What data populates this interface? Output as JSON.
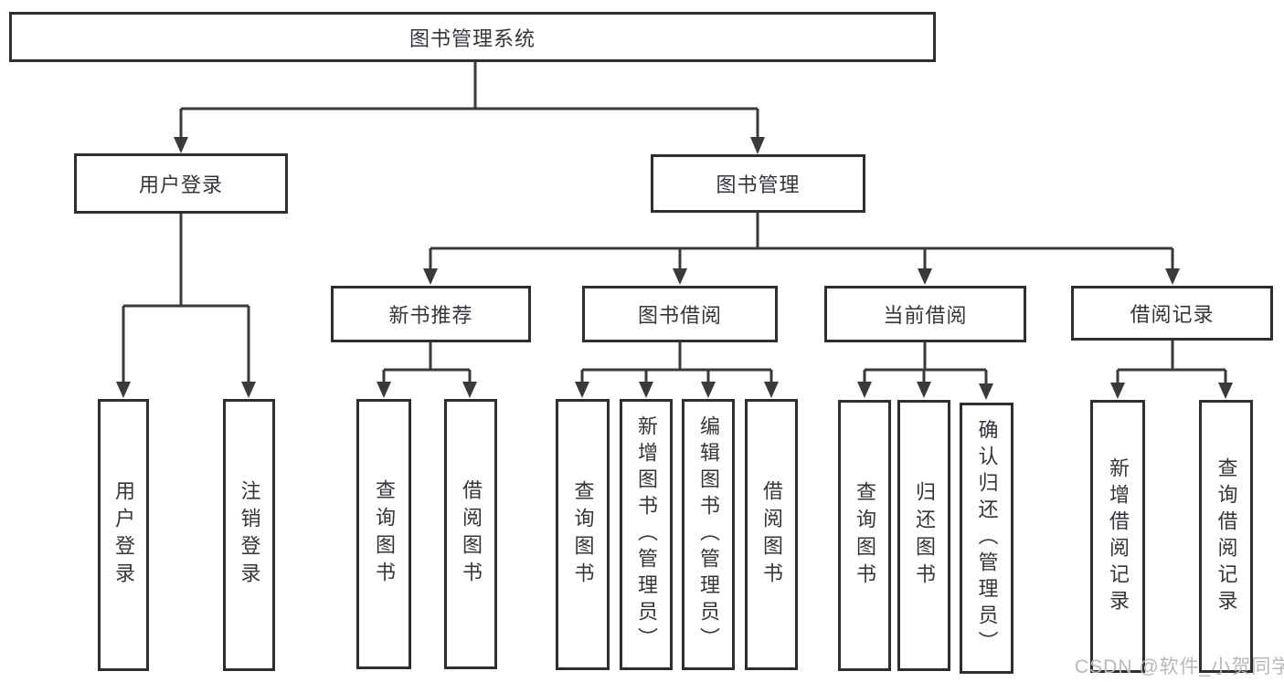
{
  "nodes": {
    "root": "图书管理系统",
    "user_login": "用户登录",
    "book_management": "图书管理",
    "new_book_recommendation": "新书推荐",
    "book_borrowing": "图书借阅",
    "current_borrowing": "当前借阅",
    "borrowing_records": "借阅记录",
    "user_login_leaf": "用户登录",
    "logout_leaf": "注销登录",
    "rec_query_book": "查询图书",
    "rec_borrow_book": "借阅图书",
    "bb_query_book": "查询图书",
    "bb_add_book_admin": "新增图书（管理员）",
    "bb_edit_book_admin": "编辑图书（管理员）",
    "bb_borrow_book": "借阅图书",
    "cb_query_book": "查询图书",
    "cb_return_book": "归还图书",
    "cb_confirm_return_admin": "确认归还（管理员）",
    "br_add_record": "新增借阅记录",
    "br_query_record": "查询借阅记录"
  },
  "hierarchy": {
    "图书管理系统": {
      "用户登录": [
        "用户登录",
        "注销登录"
      ],
      "图书管理": {
        "新书推荐": [
          "查询图书",
          "借阅图书"
        ],
        "图书借阅": [
          "查询图书",
          "新增图书（管理员）",
          "编辑图书（管理员）",
          "借阅图书"
        ],
        "当前借阅": [
          "查询图书",
          "归还图书",
          "确认归还（管理员）"
        ],
        "借阅记录": [
          "新增借阅记录",
          "查询借阅记录"
        ]
      }
    }
  },
  "watermark": "CSDN @软件_小贺同学",
  "colors": {
    "line": "#3a3a3a",
    "box_border": "#2e2e2e",
    "text": "#33363b",
    "background": "#ffffff",
    "watermark": "#b5b9bf"
  }
}
